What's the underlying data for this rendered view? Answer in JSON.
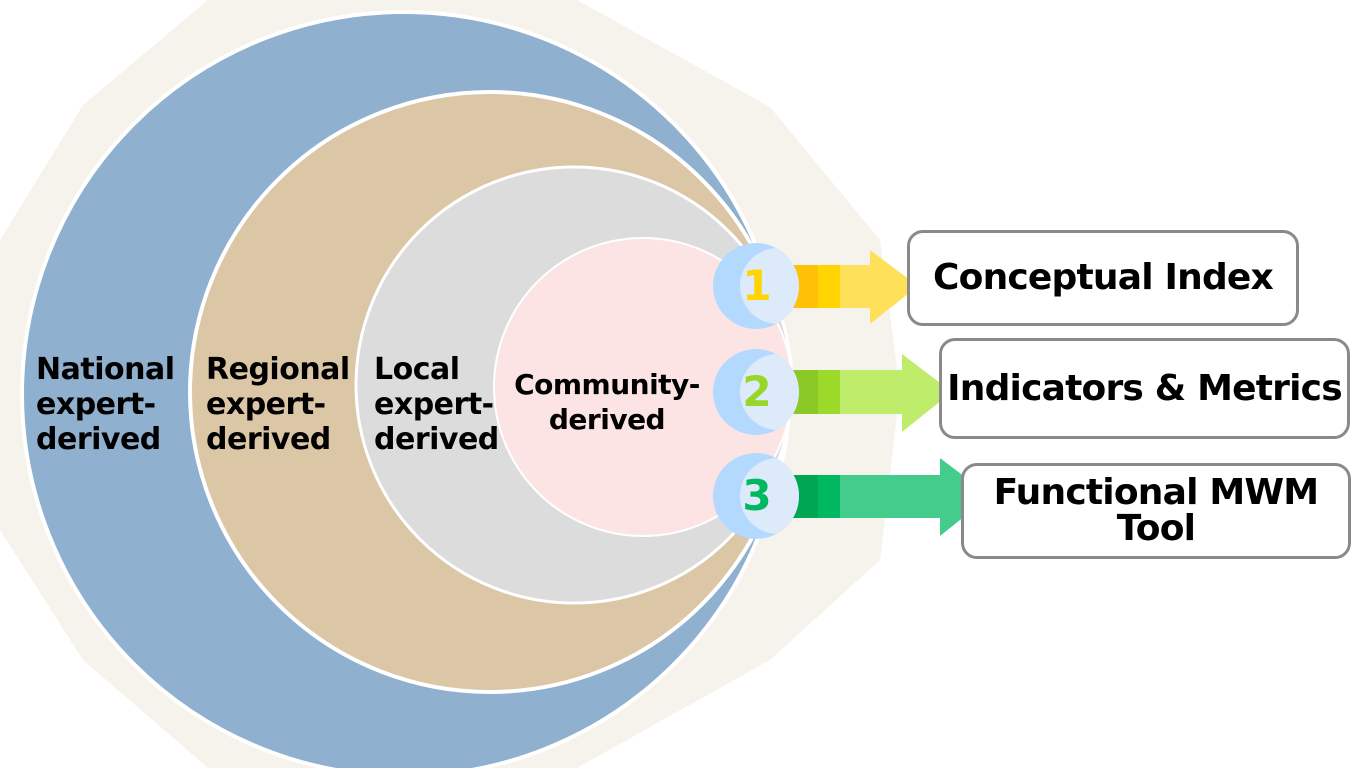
{
  "diagram": {
    "title": "",
    "layers": [
      {
        "id": "national",
        "lines": [
          "National",
          "expert-",
          "derived"
        ],
        "color": "#8FB0CF"
      },
      {
        "id": "regional",
        "lines": [
          "Regional",
          "expert-",
          "derived"
        ],
        "color": "#DBC6A6"
      },
      {
        "id": "local",
        "lines": [
          "Local",
          "expert-",
          "derived"
        ],
        "color": "#DCDCDC"
      },
      {
        "id": "community",
        "lines": [
          "Community-",
          "derived"
        ],
        "color": "#FDE4E4"
      }
    ],
    "backdrop_color": "#F6F3EC",
    "steps": [
      {
        "number": "1",
        "label": "Conceptual Index",
        "number_color": "#FFD400",
        "arrow_colors": [
          "#FFC107",
          "#FFD400",
          "#FFE05A"
        ]
      },
      {
        "number": "2",
        "label": "Indicators & Metrics",
        "number_color": "#97D729",
        "arrow_colors": [
          "#8AC926",
          "#9BDA2B",
          "#C0EC6C"
        ]
      },
      {
        "number": "3",
        "label": "Functional MWM Tool",
        "label_lines": [
          "Functional MWM",
          "Tool"
        ],
        "number_color": "#00B860",
        "arrow_colors": [
          "#00A651",
          "#00B860",
          "#44CC8C"
        ]
      }
    ],
    "badge_colors": {
      "outer": "#B3DAFE",
      "inner": "#DDEAFA"
    },
    "box_border_color": "#8A8A8A"
  }
}
